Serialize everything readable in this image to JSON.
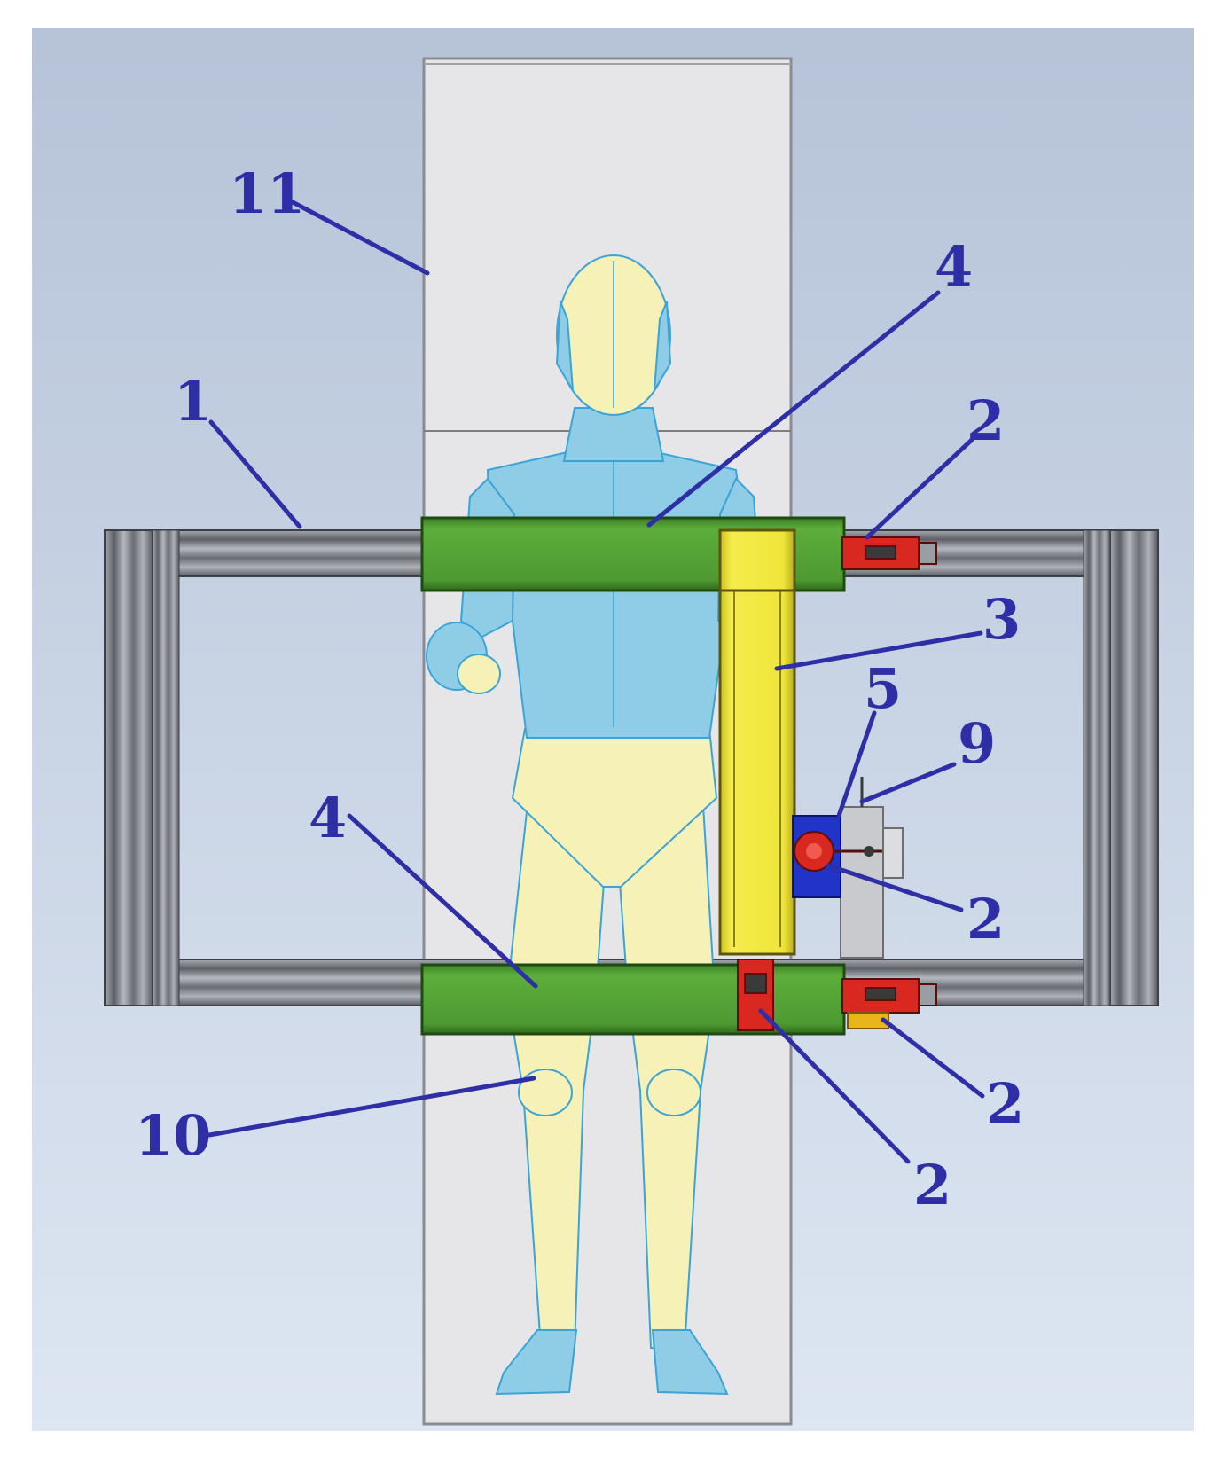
{
  "diagram": {
    "colors": {
      "background_top": "#b6c3d8",
      "background_bottom": "#dde6f2",
      "mat": "#e6e6e8",
      "aluminum_rail": "#7d8188",
      "green_beam": "#4e9a32",
      "yellow_column": "#efe53a",
      "red_carriage": "#d8281f",
      "blue_motor": "#2233c8",
      "mannequin_cream": "#f6f1b6",
      "mannequin_blue": "#8fcde6",
      "leader_line": "#2e2ea6"
    },
    "labels": [
      {
        "id": "11",
        "text": "11"
      },
      {
        "id": "1",
        "text": "1"
      },
      {
        "id": "4a",
        "text": "4"
      },
      {
        "id": "2a",
        "text": "2"
      },
      {
        "id": "3",
        "text": "3"
      },
      {
        "id": "5",
        "text": "5"
      },
      {
        "id": "9",
        "text": "9"
      },
      {
        "id": "4b",
        "text": "4"
      },
      {
        "id": "2b",
        "text": "2"
      },
      {
        "id": "10",
        "text": "10"
      },
      {
        "id": "2c",
        "text": "2"
      },
      {
        "id": "2d",
        "text": "2"
      }
    ]
  }
}
